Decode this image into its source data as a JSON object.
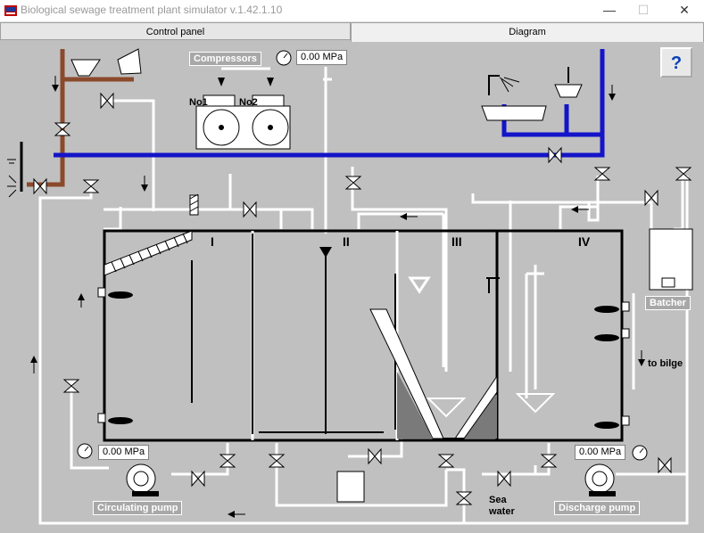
{
  "window": {
    "title": "Biological sewage treatment plant simulator v.1.42.1.10",
    "minimize": "—",
    "maximize": "☐",
    "close": "✕"
  },
  "tabs": [
    {
      "label": "Control panel",
      "active": false
    },
    {
      "label": "Diagram",
      "active": true
    }
  ],
  "help_button": "?",
  "compressors": {
    "label": "Compressors",
    "pressure_value": "0.00",
    "pressure_unit": "MPa",
    "no1": "No1",
    "no2": "No2"
  },
  "chambers": {
    "c1": "I",
    "c2": "II",
    "c3": "III",
    "c4": "IV"
  },
  "circulating_pump": {
    "label": "Circulating pump",
    "pressure_value": "0.00",
    "pressure_unit": "MPa"
  },
  "discharge_pump": {
    "label": "Discharge pump",
    "pressure_value": "0.00",
    "pressure_unit": "MPa"
  },
  "batcher": "Batcher",
  "to_bilge": "to bilge",
  "sea_water": {
    "line1": "Sea",
    "line2": "water"
  },
  "colors": {
    "sewage": "#8b4a2b",
    "fresh_water": "#1414c8",
    "pipe": "#ffffff",
    "tank_outline": "#000000",
    "background": "#c0c0c0"
  }
}
